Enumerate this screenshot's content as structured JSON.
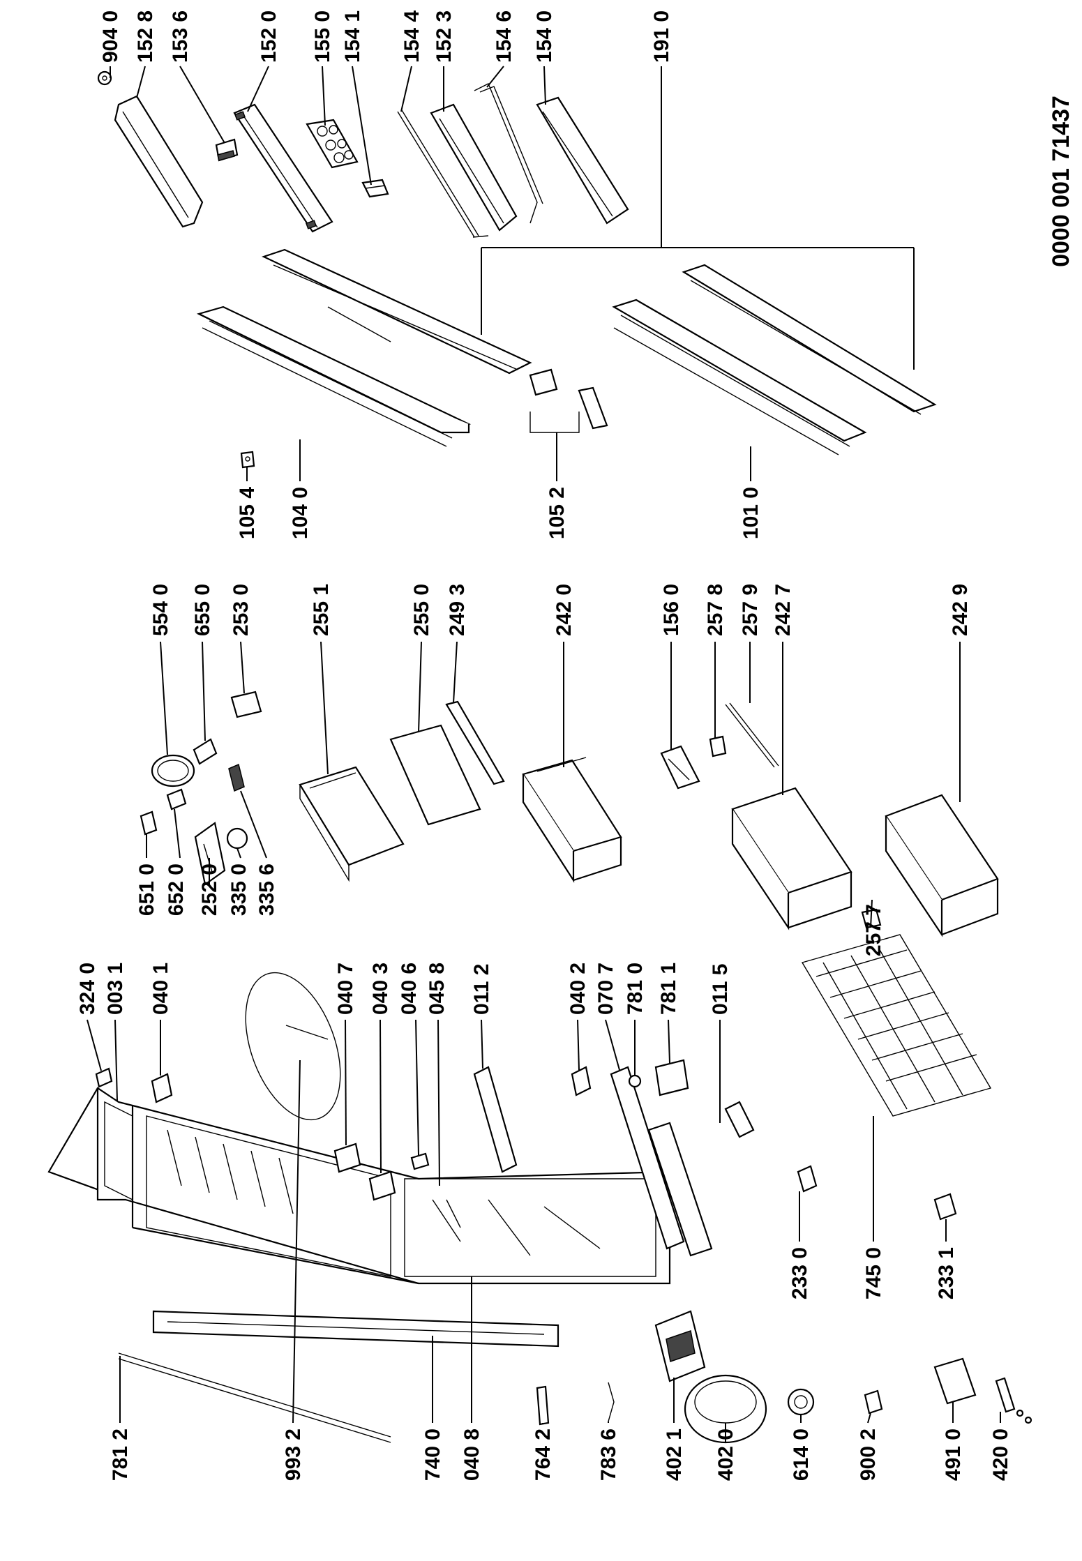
{
  "document_number": "0000 001 71437",
  "callouts": {
    "p9040": "904 0",
    "p1528": "152 8",
    "p1536": "153 6",
    "p1520": "152 0",
    "p1550": "155 0",
    "p1541": "154 1",
    "p1544": "154 4",
    "p1523": "152 3",
    "p1546": "154 6",
    "p1540": "154 0",
    "p1910": "191 0",
    "p1054": "105 4",
    "p1040": "104 0",
    "p1052": "105 2",
    "p1010": "101 0",
    "p5540": "554 0",
    "p6550": "655 0",
    "p2530": "253 0",
    "p2551": "255 1",
    "p2550": "255 0",
    "p2493": "249 3",
    "p2420": "242 0",
    "p1560": "156 0",
    "p2578": "257 8",
    "p2579": "257 9",
    "p2427": "242 7",
    "p2429": "242 9",
    "p6510": "651 0",
    "p6520": "652 0",
    "p2520": "252 0",
    "p3350": "335 0",
    "p3356": "335 6",
    "p2577": "257 7",
    "p3240": "324 0",
    "p0031": "003 1",
    "p0401": "040 1",
    "p0407": "040 7",
    "p0403": "040 3",
    "p0406": "040 6",
    "p0458": "045 8",
    "p0112": "011 2",
    "p0402": "040 2",
    "p0707": "070 7",
    "p7810": "781 0",
    "p7811": "781 1",
    "p0115": "011 5",
    "p7812": "781 2",
    "p9932": "993 2",
    "p7400": "740 0",
    "p0408": "040 8",
    "p7642": "764 2",
    "p7836": "783 6",
    "p4021": "402 1",
    "p4020": "402 0",
    "p6140": "614 0",
    "p9002": "900 2",
    "p4910": "491 0",
    "p4200": "420 0",
    "p2330": "233 0",
    "p7450": "745 0",
    "p2331": "233 1"
  }
}
